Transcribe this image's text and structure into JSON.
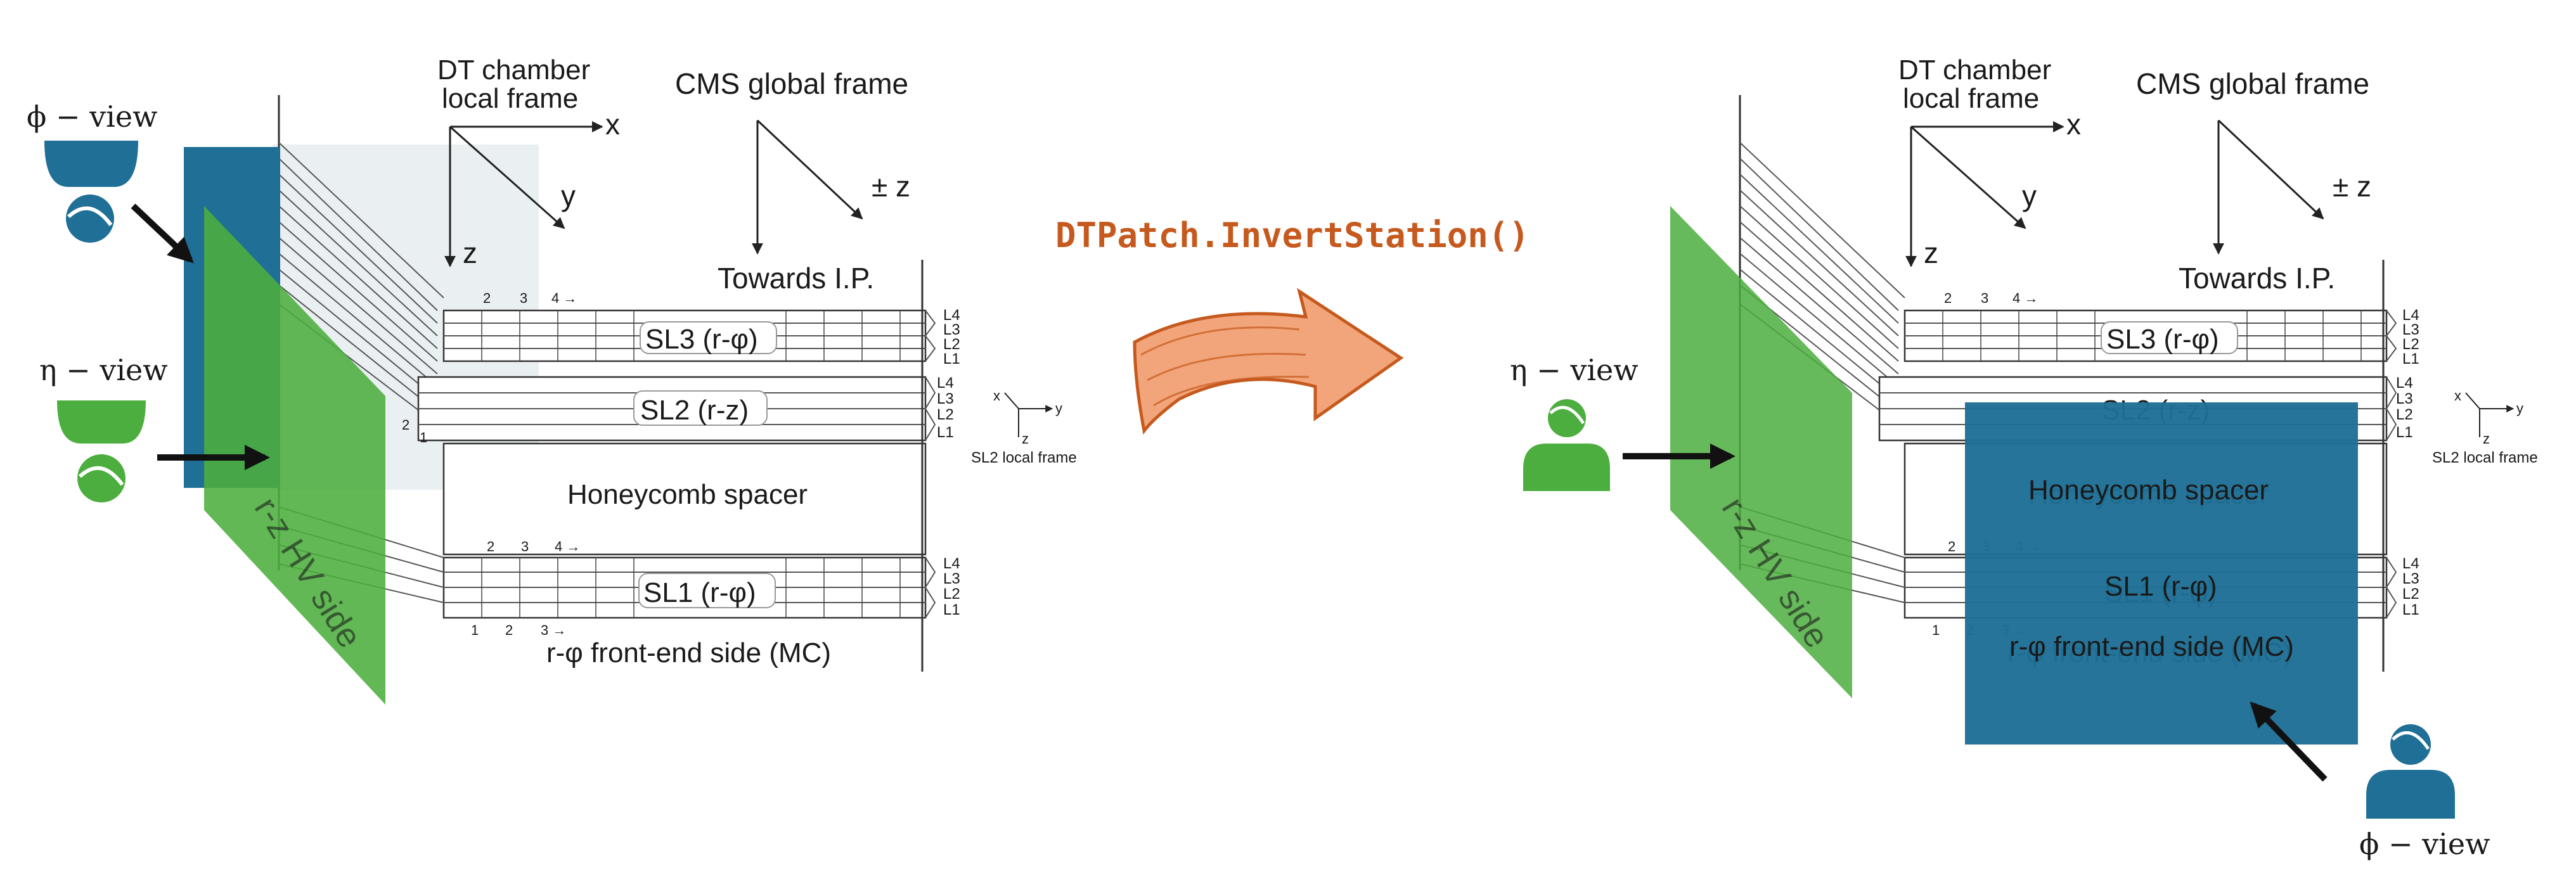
{
  "colors": {
    "phi_view": "#1f6f96",
    "eta_view": "#4cae3e",
    "code": "#c65a1e",
    "arrow_fill": "#f2a57a",
    "arrow_stroke": "#c65a1e"
  },
  "code_label": "DTPatch.InvertStation()",
  "left": {
    "phi_view_label": "ϕ − view",
    "eta_view_label": "η − view",
    "dt_chamber_frame": [
      "DT chamber",
      "local frame"
    ],
    "cms_global_frame": "CMS global frame",
    "axis_x": "x",
    "axis_y": "y",
    "axis_z": "z",
    "cms_axis": "± z",
    "towards_ip": "Towards I.P.",
    "sl3": "SL3 (r-φ)",
    "sl2": "SL2 (r-z)",
    "sl1": "SL1 (r-φ)",
    "honeycomb": "Honeycomb spacer",
    "frontend": "r-φ front-end side (MC)",
    "hv_side": "r-z HV side",
    "layers_top": [
      "L4",
      "L3",
      "L2",
      "L1"
    ],
    "layers_mid": [
      "L4",
      "L3",
      "L2",
      "L1"
    ],
    "layers_bot": [
      "L4",
      "L3",
      "L2",
      "L1"
    ],
    "cell_nums_top": [
      "2",
      "3",
      "4 →"
    ],
    "cell_nums_bot_top": [
      "2",
      "3",
      "4 →"
    ],
    "cell_nums_bot": [
      "1",
      "2",
      "3 →"
    ],
    "side_nums": [
      "2",
      "1"
    ],
    "sl2_frame": {
      "x": "x",
      "y": "y",
      "z": "z",
      "label": "SL2 local frame"
    }
  },
  "right": {
    "phi_view_label": "ϕ − view",
    "eta_view_label": "η − view",
    "dt_chamber_frame": [
      "DT chamber",
      "local frame"
    ],
    "cms_global_frame": "CMS global frame",
    "axis_x": "x",
    "axis_y": "y",
    "axis_z": "z",
    "cms_axis": "± z",
    "towards_ip": "Towards I.P.",
    "sl3": "SL3 (r-φ)",
    "sl2": "SL2 (r-z)",
    "sl1": "SL1 (r-φ)",
    "honeycomb": "Honeycomb spacer",
    "frontend": "r-φ front-end side (MC)",
    "hv_side": "r-z HV side",
    "layers_top": [
      "L4",
      "L3",
      "L2",
      "L1"
    ],
    "layers_mid": [
      "L4",
      "L3",
      "L2",
      "L1"
    ],
    "layers_bot": [
      "L4",
      "L3",
      "L2",
      "L1"
    ],
    "cell_nums_top": [
      "2",
      "3",
      "4 →"
    ],
    "cell_nums_bot_top": [
      "2",
      "3",
      "4 →"
    ],
    "cell_nums_bot": [
      "1",
      "2",
      "3 →"
    ],
    "sl2_frame": {
      "x": "x",
      "y": "y",
      "z": "z",
      "label": "SL2 local frame"
    }
  }
}
